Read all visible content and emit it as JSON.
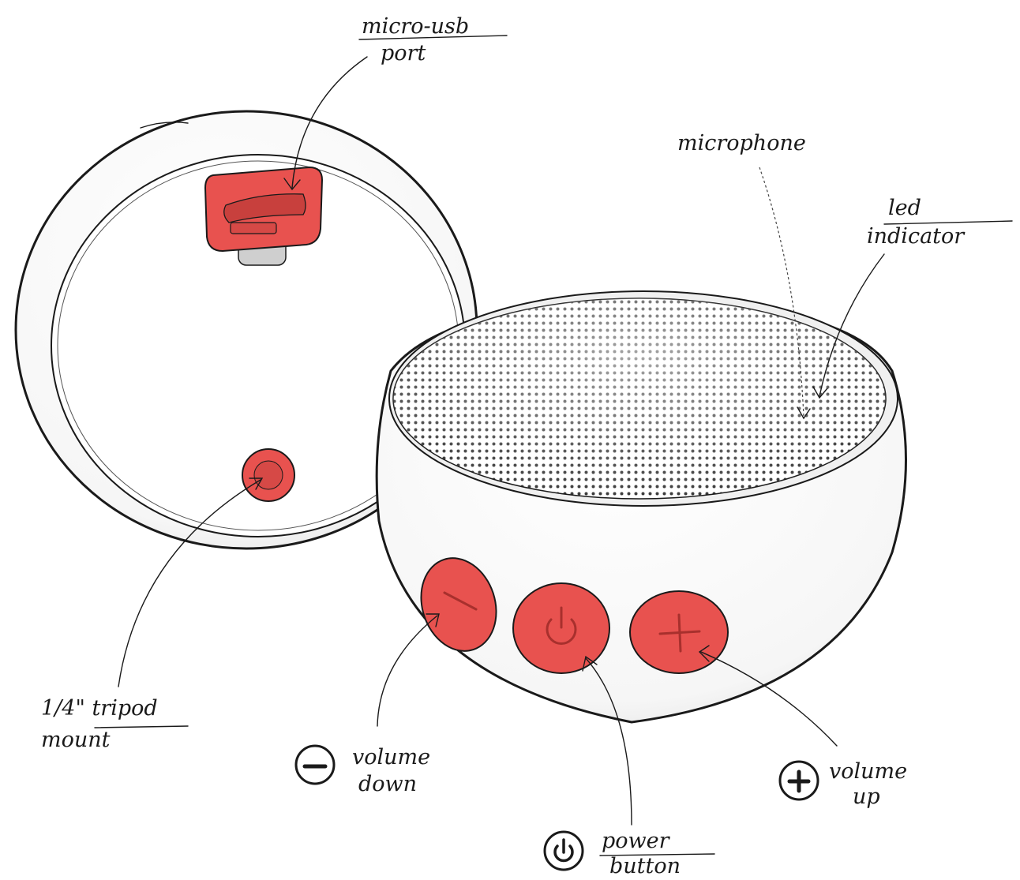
{
  "colors": {
    "accent": "#e8524f",
    "ink": "#1a1a1a",
    "body": "#ffffff"
  },
  "callouts": {
    "usb_port": {
      "line1": "micro-usb",
      "line2": "port"
    },
    "microphone": {
      "line1": "microphone"
    },
    "led": {
      "line1": "led",
      "line2": "indicator"
    },
    "tripod": {
      "line1": "1/4\" tripod",
      "line2": "mount"
    },
    "volume_down": {
      "line1": "volume",
      "line2": "down",
      "icon": "minus-circle-icon"
    },
    "volume_up": {
      "line1": "volume",
      "line2": "up",
      "icon": "plus-circle-icon"
    },
    "power": {
      "line1": "power",
      "line2": "button",
      "icon": "power-circle-icon"
    }
  }
}
